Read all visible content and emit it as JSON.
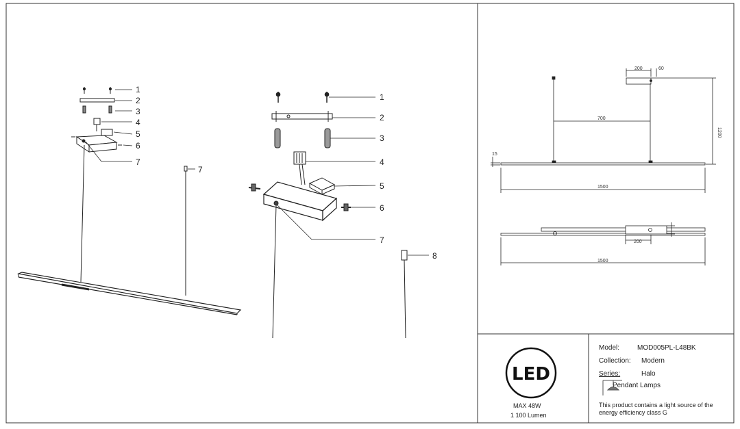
{
  "callouts": {
    "left": [
      "1",
      "2",
      "3",
      "4",
      "5",
      "6",
      "7"
    ],
    "left_pole": "7",
    "mid": [
      "1",
      "2",
      "3",
      "4",
      "5",
      "6",
      "7"
    ],
    "mid_pole": "8"
  },
  "dimensions": {
    "bracket_width": "200",
    "bracket_depth": "60",
    "cable_spacing": "700",
    "height": "1200",
    "bar_thickness": "15",
    "length": "1500",
    "plan_bracket": "200",
    "plan_length": "1500"
  },
  "info": {
    "led_logo": "LED",
    "max_power": "MAX 48W",
    "lumen": "1 100 Lumen",
    "model_label": "Model:",
    "model_value": "MOD005PL-L48BK",
    "collection_label": "Collection:",
    "collection_value": "Modern",
    "series_label": "Series:",
    "series_value": "Halo",
    "type_value": "Pendant Lamps",
    "energy_line1": "This product contains a light source of the",
    "energy_line2": "energy efficiency class G"
  }
}
